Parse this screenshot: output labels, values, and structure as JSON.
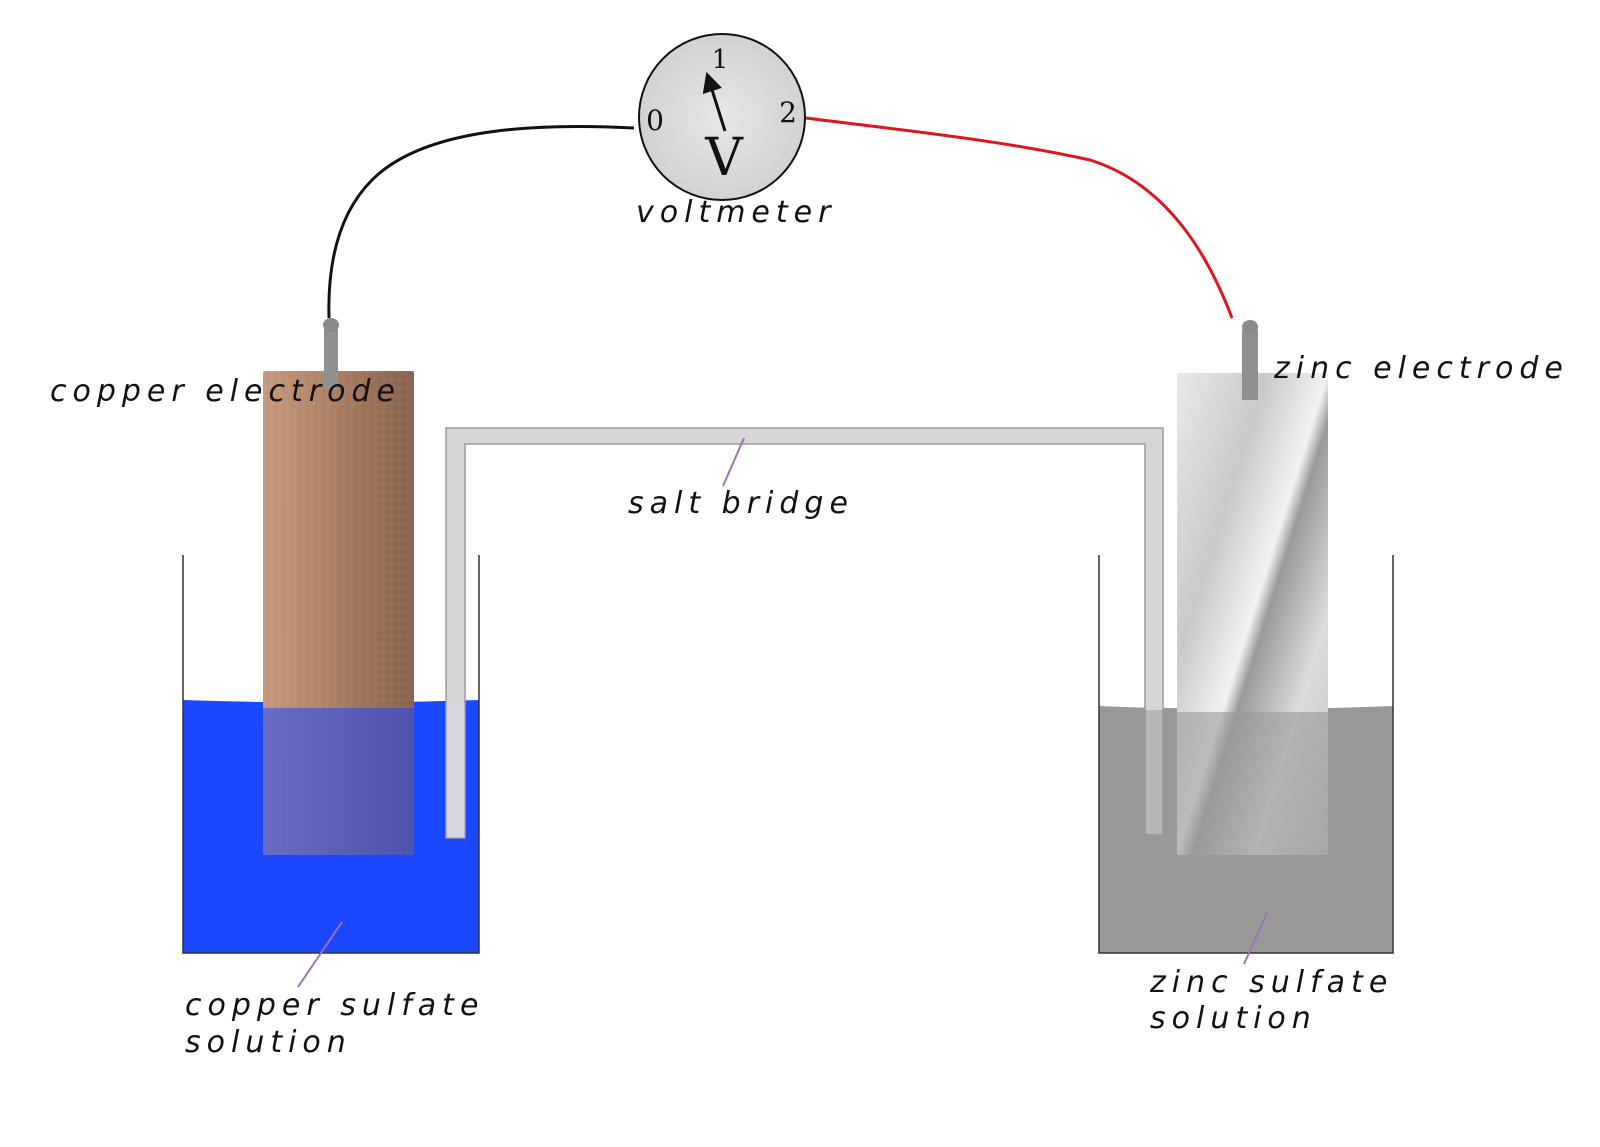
{
  "voltmeter": {
    "label": "voltmeter",
    "symbol": "V",
    "ticks": [
      "0",
      "1",
      "2"
    ],
    "reading": 0.75
  },
  "labels": {
    "copper_electrode": "copper electrode",
    "zinc_electrode": "zinc electrode",
    "salt_bridge": "salt bridge",
    "copper_solution_line1": "copper sulfate",
    "copper_solution_line2": "solution",
    "zinc_solution_line1": "zinc sulfate",
    "zinc_solution_line2": "solution"
  },
  "colors": {
    "copper_solution": "#1b47ff",
    "zinc_solution": "#989898",
    "copper_metal": "#b98a6e",
    "zinc_metal": "#d2d2d2",
    "wire_negative": "#111111",
    "wire_positive": "#e0141e",
    "leader_line": "#a070b8",
    "salt_bridge": "#d6d6d6"
  }
}
